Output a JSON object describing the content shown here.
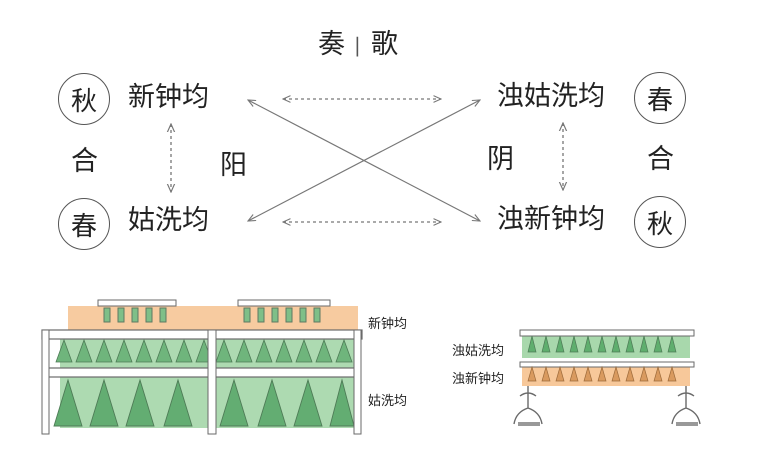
{
  "top": {
    "left": "奏",
    "divider": "|",
    "right": "歌"
  },
  "left": {
    "circle_top": "秋",
    "circle_bottom": "春",
    "mid_char": "合",
    "top_label": "新钟均",
    "bottom_label": "姑洗均",
    "yin_yang": "阳"
  },
  "right": {
    "circle_top": "春",
    "circle_bottom": "秋",
    "mid_char": "合",
    "top_label": "浊姑洗均",
    "bottom_label": "浊新钟均",
    "yin_yang": "阴"
  },
  "illustrations": {
    "left_top_label": "新钟均",
    "left_bottom_label": "姑洗均",
    "right_top_label": "浊姑洗均",
    "right_bottom_label": "浊新钟均"
  },
  "colors": {
    "orange": "#f6c28f",
    "green": "#9fd4a3",
    "line": "#777777"
  }
}
